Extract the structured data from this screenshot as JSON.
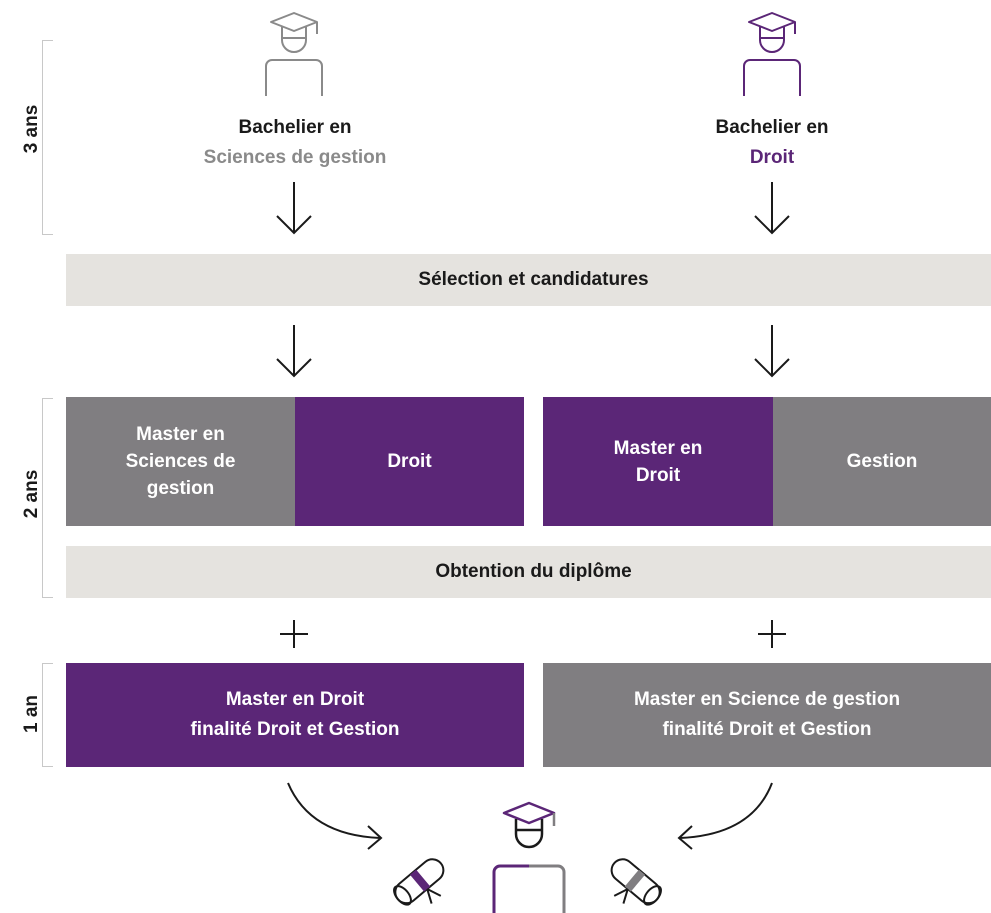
{
  "colors": {
    "purple": "#5b2677",
    "grey": "#807e81",
    "light_band": "#e5e3df",
    "grey_text": "#8a8a8a"
  },
  "side_labels": {
    "years_bachelor": "3 ans",
    "years_master": "2 ans",
    "years_final": "1 an"
  },
  "bachelors": {
    "left": {
      "line1": "Bachelier en",
      "line2": "Sciences de gestion"
    },
    "right": {
      "line1": "Bachelier en",
      "line2": "Droit"
    }
  },
  "bands": {
    "selection": "Sélection et candidatures",
    "graduation": "Obtention du diplôme"
  },
  "masters": {
    "left_main": "Master en\nSciences de\ngestion",
    "left_minor": "Droit",
    "right_main": "Master en\nDroit",
    "right_minor": "Gestion"
  },
  "final_masters": {
    "left": "Master en Droit\nfinalité Droit et Gestion",
    "right": "Master en Science de gestion\nfinalité Droit et Gestion"
  },
  "icons": [
    "graduate-icon",
    "down-arrow-icon",
    "plus-icon",
    "curved-arrow-icon",
    "diploma-icon"
  ]
}
